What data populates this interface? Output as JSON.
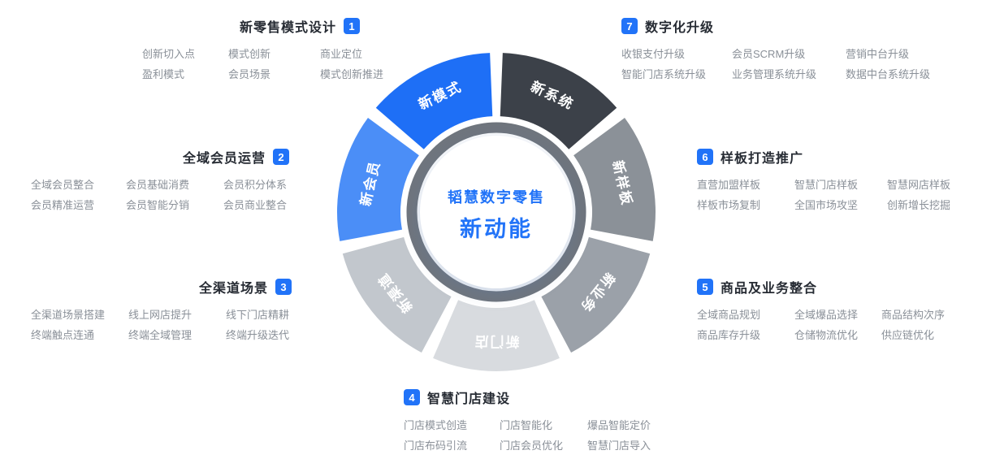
{
  "accent_color": "#2173F8",
  "title_color": "#262B33",
  "item_color": "#8A9098",
  "wheel": {
    "ring_color": "#6F757D",
    "center_line1": "韬慧数字零售",
    "center_line2": "新动能",
    "segments": [
      {
        "label": "新模式",
        "color": "#1E6FF6"
      },
      {
        "label": "新系统",
        "color": "#3C4149"
      },
      {
        "label": "新样板",
        "color": "#8B9198"
      },
      {
        "label": "新业务",
        "color": "#9BA1A9"
      },
      {
        "label": "新门店",
        "color": "#D8DBDF"
      },
      {
        "label": "新渠道",
        "color": "#C2C7CD"
      },
      {
        "label": "新会员",
        "color": "#4B8EF7"
      }
    ]
  },
  "sections": [
    {
      "number": "1",
      "title": "新零售模式设计",
      "items": [
        "创新切入点",
        "模式创新",
        "商业定位",
        "盈利模式",
        "会员场景",
        "模式创新推进"
      ]
    },
    {
      "number": "2",
      "title": "全域会员运营",
      "items": [
        "全域会员整合",
        "会员基础消费",
        "会员积分体系",
        "会员精准运营",
        "会员智能分销",
        "会员商业整合"
      ]
    },
    {
      "number": "3",
      "title": "全渠道场景",
      "items": [
        "全渠道场景搭建",
        "线上网店提升",
        "线下门店精耕",
        "终端触点连通",
        "终端全域管理",
        "终端升级迭代"
      ]
    },
    {
      "number": "4",
      "title": "智慧门店建设",
      "items": [
        "门店模式创造",
        "门店智能化",
        "爆品智能定价",
        "门店布码引流",
        "门店会员优化",
        "智慧门店导入"
      ]
    },
    {
      "number": "5",
      "title": "商品及业务整合",
      "items": [
        "全域商品规划",
        "全域爆品选择",
        "商品结构次序",
        "商品库存升级",
        "仓储物流优化",
        "供应链优化"
      ]
    },
    {
      "number": "6",
      "title": "样板打造推广",
      "items": [
        "直营加盟样板",
        "智慧门店样板",
        "智慧网店样板",
        "样板市场复制",
        "全国市场攻坚",
        "创新增长挖掘"
      ]
    },
    {
      "number": "7",
      "title": "数字化升级",
      "items": [
        "收银支付升级",
        "会员SCRM升级",
        "营销中台升级",
        "智能门店系统升级",
        "业务管理系统升级",
        "数据中台系统升级"
      ]
    }
  ]
}
